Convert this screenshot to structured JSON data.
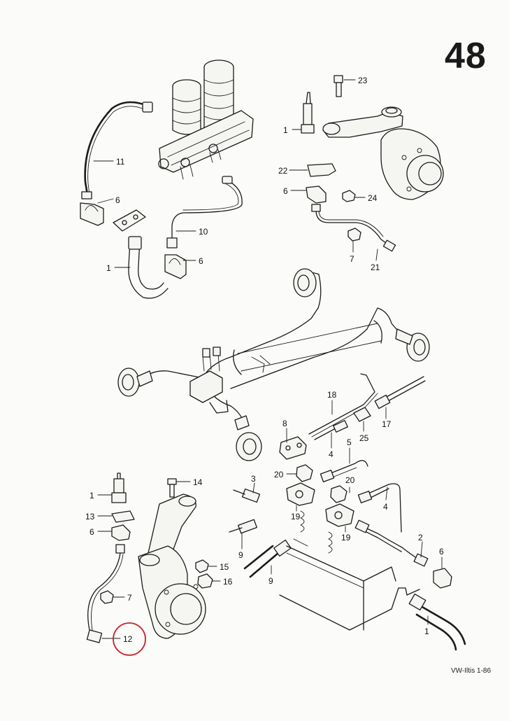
{
  "page_number": "48",
  "reference": "VW-Iltis 1-86",
  "highlight_color": "#c8232c",
  "labels": {
    "n23": "23",
    "n1a": "1",
    "n22": "22",
    "n6a": "6",
    "n24": "24",
    "n7a": "7",
    "n21": "21",
    "n11": "11",
    "n6b": "6",
    "n10": "10",
    "n1b": "1",
    "n6c": "6",
    "n18": "18",
    "n8": "8",
    "n17": "17",
    "n25": "25",
    "n4a": "4",
    "n5": "5",
    "n20a": "20",
    "n20b": "20",
    "n3": "3",
    "n19a": "19",
    "n19b": "19",
    "n4b": "4",
    "n9a": "9",
    "n9b": "9",
    "n2": "2",
    "n6d": "6",
    "n1c": "1",
    "n14": "14",
    "n1d": "1",
    "n13": "13",
    "n6e": "6",
    "n15": "15",
    "n16": "16",
    "n7b": "7",
    "n12": "12"
  }
}
